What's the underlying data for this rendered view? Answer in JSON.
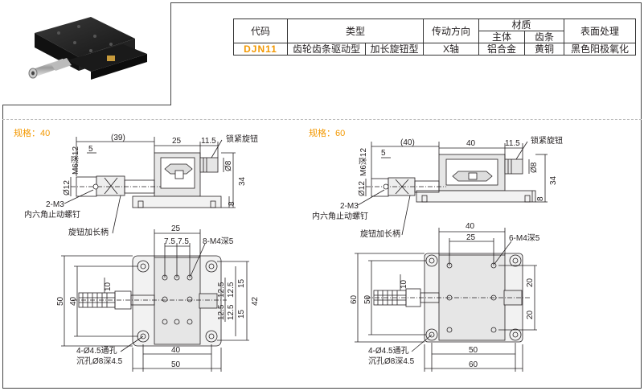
{
  "spec_table": {
    "headers": {
      "code": "代码",
      "type": "类型",
      "drive": "传动方向",
      "material": "材质",
      "material_body": "主体",
      "material_rack": "齿条",
      "surface": "表面处理"
    },
    "row": {
      "code": "DJN11",
      "type1": "齿轮齿条驱动型",
      "type2": "加长旋钮型",
      "drive": "X轴",
      "body": "铝合金",
      "rack": "黄铜",
      "surface": "黑色阳极氧化"
    }
  },
  "drawing_40": {
    "label": "规格：40",
    "dims": {
      "d39": "(39)",
      "d25": "25",
      "d11_5": "11.5",
      "lock": "锁紧旋钮",
      "m6": "M6深12",
      "d5": "5",
      "d12": "Ø12",
      "d8": "Ø8",
      "d34": "34",
      "d8b": "8",
      "m3": "2-M3",
      "setscrew": "内六角止动螺钉",
      "knob": "旋钮加长柄",
      "t25": "25",
      "t7_5a": "7.5",
      "t7_5b": "7.5",
      "m4": "8-M4深5",
      "t50": "50",
      "t40": "40",
      "t10": "10",
      "t12_5a": "12.5",
      "t12_5b": "12.5",
      "t12_5c": "12.5",
      "t12_5d": "12.5",
      "t15a": "15",
      "t15b": "15",
      "t42": "42",
      "holes": "4-Ø4.5通孔",
      "cb": "沉孔Ø8深4.5",
      "b40": "40",
      "b50": "50"
    }
  },
  "drawing_60": {
    "label": "规格：60",
    "dims": {
      "d40p": "(40)",
      "d40": "40",
      "d11_5": "11.5",
      "lock": "锁紧旋钮",
      "m6": "M6深12",
      "d5": "5",
      "d12": "Ø12",
      "d8": "Ø8",
      "d34": "34",
      "d8b": "8",
      "m3": "2-M3",
      "setscrew": "内六角止动螺钉",
      "knob": "旋钮加长柄",
      "t40": "40",
      "t25": "25",
      "m4": "6-M4深5",
      "t60": "60",
      "t50": "50",
      "t10": "10",
      "t20a": "20",
      "t20b": "20",
      "holes": "4-Ø4.5通孔",
      "cb": "沉孔Ø8深4.5",
      "b50": "50",
      "b60": "60"
    }
  },
  "colors": {
    "accent": "#f39800",
    "line": "#231f20",
    "body_fill": "#e6e6e6",
    "base_fill": "#f2f2f2"
  }
}
